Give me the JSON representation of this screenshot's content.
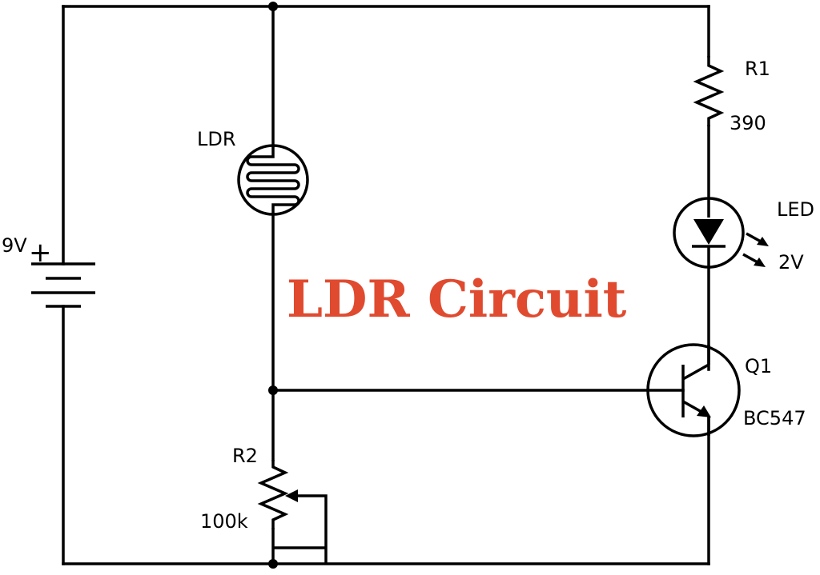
{
  "diagram": {
    "title": "LDR Circuit",
    "title_color": "#e04a2f",
    "battery": {
      "voltage": "9V",
      "polarity": "+"
    },
    "ldr": {
      "label": "LDR"
    },
    "r1": {
      "name": "R1",
      "value": "390"
    },
    "led": {
      "name": "LED",
      "voltage": "2V"
    },
    "q1": {
      "name": "Q1",
      "part": "BC547"
    },
    "r2": {
      "name": "R2",
      "value": "100k"
    }
  }
}
